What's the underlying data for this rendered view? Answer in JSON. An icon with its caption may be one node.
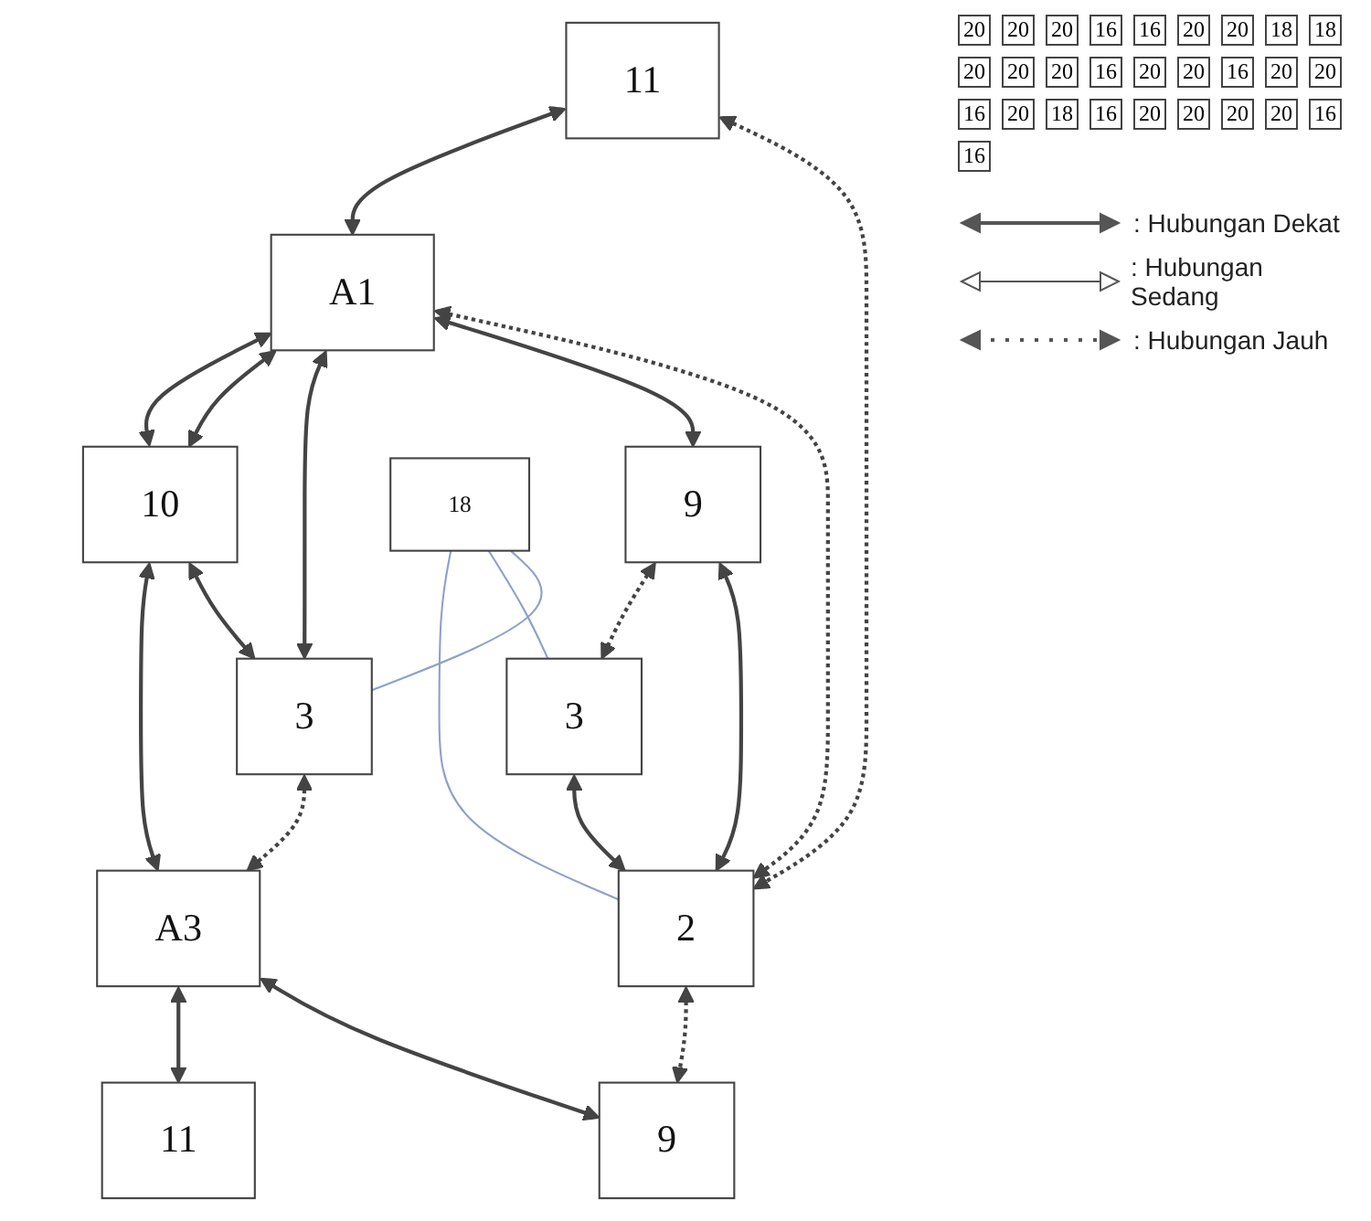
{
  "diagram": {
    "nodes": [
      {
        "text": [
          "A1"
        ]
      },
      {
        "text": [
          "11"
        ]
      },
      {
        "text": [
          "9"
        ]
      },
      {
        "text": [
          "10"
        ]
      },
      {
        "text": [
          "3"
        ]
      },
      {
        "text": [
          "3"
        ]
      },
      {
        "text": [
          "2"
        ]
      },
      {
        "text": [
          "A3"
        ]
      },
      {
        "text": [
          "9"
        ]
      },
      {
        "text": [
          "11"
        ]
      },
      {
        "text": [
          "18"
        ]
      }
    ],
    "edges": [
      {
        "from": 1,
        "to": 6,
        "arrow": "both",
        "style": "dashed"
      },
      {
        "from": 0,
        "to": 6,
        "arrow": "both",
        "style": "dashed"
      },
      {
        "from": 3,
        "to": 0,
        "arrow": "both"
      },
      {
        "from": 1,
        "to": 0,
        "arrow": "both"
      },
      {
        "from": 0,
        "to": 2,
        "arrow": "both"
      },
      {
        "from": 0,
        "to": 4,
        "arrow": "both"
      },
      {
        "from": 0,
        "to": 3,
        "arrow": "both"
      },
      {
        "from": 2,
        "to": 6,
        "arrow": "both"
      },
      {
        "from": 2,
        "to": 5,
        "arrow": "both",
        "style": "dashed"
      },
      {
        "from": 3,
        "to": 4,
        "arrow": "both"
      },
      {
        "from": 5,
        "to": 6,
        "arrow": "both"
      },
      {
        "from": 3,
        "to": 7,
        "arrow": "both"
      },
      {
        "from": 4,
        "to": 7,
        "arrow": "both",
        "style": "dashed"
      },
      {
        "from": 7,
        "to": 8,
        "arrow": "both"
      },
      {
        "from": 7,
        "to": 9,
        "arrow": "both"
      },
      {
        "from": 6,
        "to": 8,
        "arrow": "both",
        "style": "dashed"
      },
      {
        "from": 10,
        "to": 4,
        "arrow": "none",
        "color": "#8fa0c8"
      },
      {
        "from": 10,
        "to": 5,
        "arrow": "none",
        "color": "#8fa0c8"
      },
      {
        "from": 10,
        "to": 6,
        "arrow": "none",
        "color": "#8fa0c8"
      }
    ],
    "labels": [
      "20",
      "20",
      "20",
      "16",
      "16",
      "20",
      "20",
      "18",
      "18",
      "20",
      "20",
      "20",
      "16",
      "20",
      "20",
      "16",
      "20",
      "20",
      "16",
      "20",
      "18",
      "16",
      "20",
      "20",
      "20",
      "20",
      "16",
      "16"
    ],
    "legend": [
      {
        "text": ": Hubungan Dekat"
      },
      {
        "text": ": Hubungan Sedang"
      },
      {
        "text": ": Hubungan Jauh"
      }
    ]
  }
}
